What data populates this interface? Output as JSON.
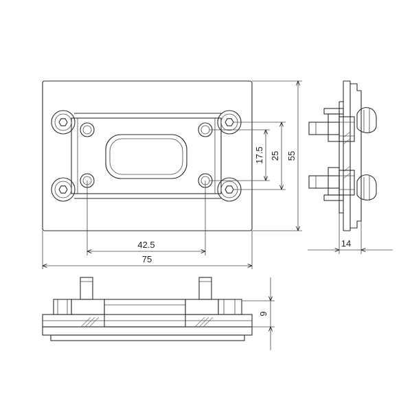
{
  "dimensions": {
    "overall_width": "75",
    "hole_spacing_x": "42.5",
    "overall_height": "55",
    "hole_spacing_y_outer": "25",
    "hole_spacing_y_inner": "17.5",
    "side_depth": "14",
    "bottom_height": "9"
  },
  "colors": {
    "line": "#2a2a2a",
    "background": "#ffffff"
  }
}
